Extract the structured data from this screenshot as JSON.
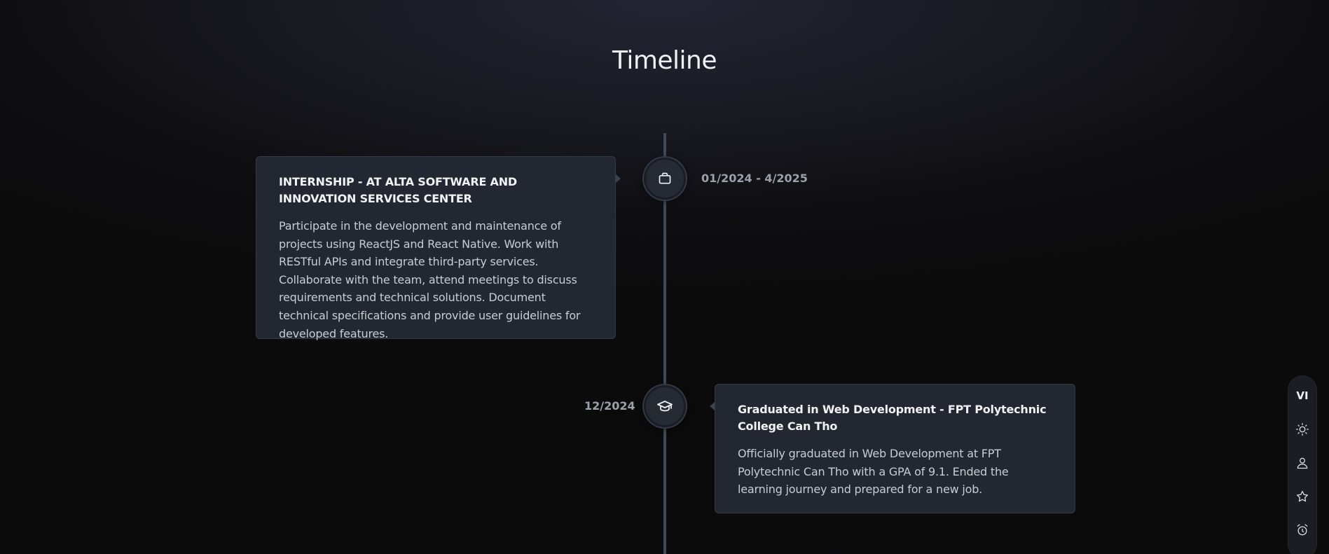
{
  "page": {
    "title": "Timeline"
  },
  "timeline": {
    "items": [
      {
        "title": "INTERNSHIP - AT ALTA SOFTWARE AND INNOVATION SERVICES CENTER",
        "description": "Participate in the development and maintenance of projects using ReactJS and React Native. Work with RESTful APIs and integrate third-party services. Collaborate with the team, attend meetings to discuss requirements and technical solutions. Document technical specifications and provide user guidelines for developed features.",
        "date": "01/2024 - 4/2025",
        "icon": "briefcase-icon"
      },
      {
        "title": "Graduated in Web Development - FPT Polytechnic College Can Tho",
        "description": "Officially graduated in Web Development at FPT Polytechnic Can Tho with a GPA of 9.1. Ended the learning journey and prepared for a new job.",
        "date": "12/2024",
        "icon": "graduation-cap-icon"
      }
    ]
  },
  "toolbar": {
    "language_label": "VI",
    "buttons": [
      {
        "icon": "sun-icon"
      },
      {
        "icon": "user-icon"
      },
      {
        "icon": "star-icon"
      },
      {
        "icon": "alarm-clock-icon"
      }
    ]
  },
  "colors": {
    "line": "#3e4a5c",
    "card_bg": "#222731",
    "card_border": "#343b48",
    "date_text": "#9ba0aa"
  }
}
